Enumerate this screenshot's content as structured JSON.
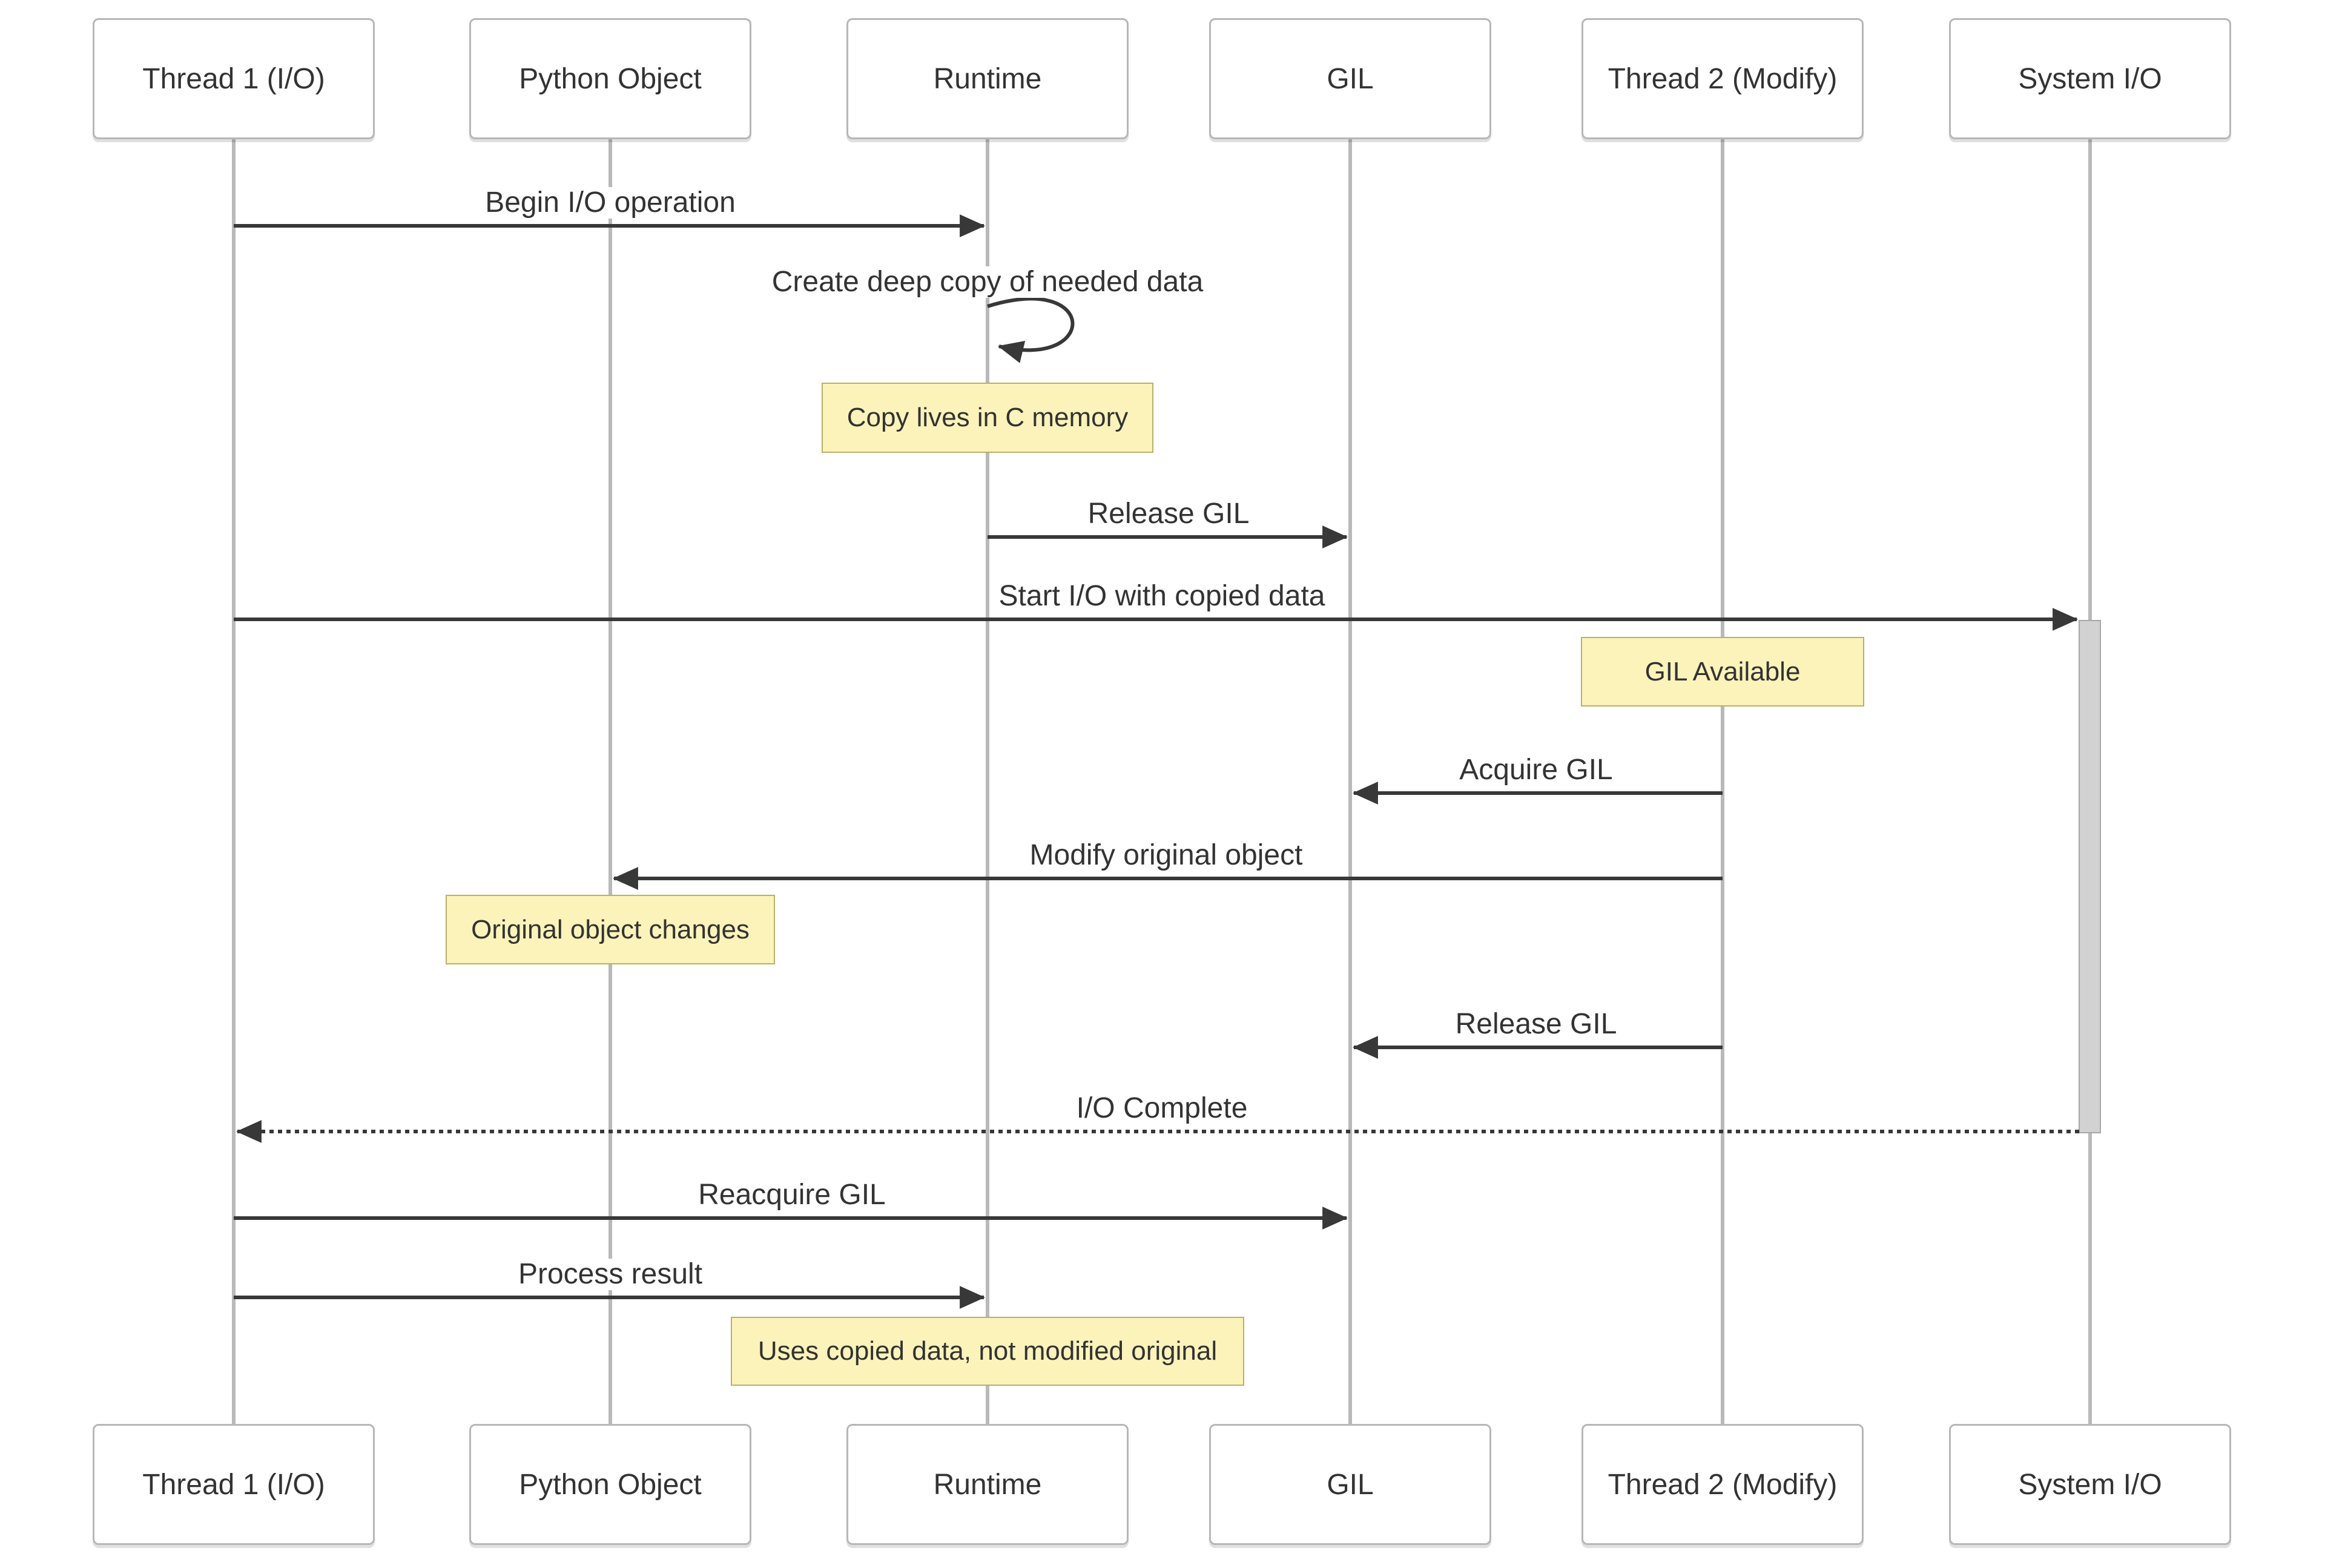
{
  "diagram": {
    "kind": "sequence-diagram",
    "background": "#ffffff",
    "colors": {
      "text": "#333333",
      "arrow": "#383838",
      "lifeline": "#b9b9b9",
      "actor_fill": "#ffffff",
      "actor_border": "#b7b7b7",
      "note_fill": "#fbf3ba",
      "note_border": "#b9b069",
      "activation_fill": "#d2d2d2",
      "activation_border": "#a6a6a6"
    }
  },
  "participants": [
    {
      "id": "thread1",
      "label": "Thread 1 (I/O)"
    },
    {
      "id": "python-object",
      "label": "Python Object"
    },
    {
      "id": "runtime",
      "label": "Runtime"
    },
    {
      "id": "gil",
      "label": "GIL"
    },
    {
      "id": "thread2",
      "label": "Thread 2 (Modify)"
    },
    {
      "id": "system-io",
      "label": "System I/O"
    }
  ],
  "messages": [
    {
      "label": "Begin I/O operation",
      "from": "Thread 1 (I/O)",
      "to": "Runtime",
      "line": "solid"
    },
    {
      "label": "Create deep copy of needed data",
      "from": "Runtime",
      "to": "Runtime",
      "line": "self"
    },
    {
      "label": "Release GIL",
      "from": "Runtime",
      "to": "GIL",
      "line": "solid"
    },
    {
      "label": "Start I/O with copied data",
      "from": "Thread 1 (I/O)",
      "to": "System I/O",
      "line": "solid"
    },
    {
      "label": "Acquire GIL",
      "from": "Thread 2 (Modify)",
      "to": "GIL",
      "line": "solid"
    },
    {
      "label": "Modify original object",
      "from": "Thread 2 (Modify)",
      "to": "Python Object",
      "line": "solid"
    },
    {
      "label": "Release GIL",
      "from": "Thread 2 (Modify)",
      "to": "GIL",
      "line": "solid"
    },
    {
      "label": "I/O Complete",
      "from": "System I/O",
      "to": "Thread 1 (I/O)",
      "line": "dashed"
    },
    {
      "label": "Reacquire GIL",
      "from": "Thread 1 (I/O)",
      "to": "GIL",
      "line": "solid"
    },
    {
      "label": "Process result",
      "from": "Thread 1 (I/O)",
      "to": "Runtime",
      "line": "solid"
    }
  ],
  "notes": [
    {
      "label": "Copy lives in C memory",
      "over": "Runtime"
    },
    {
      "label": "GIL Available",
      "over": "Thread 2 (Modify)"
    },
    {
      "label": "Original object changes",
      "over": "Python Object"
    },
    {
      "label": "Uses copied data, not modified original",
      "over": "Runtime"
    }
  ]
}
